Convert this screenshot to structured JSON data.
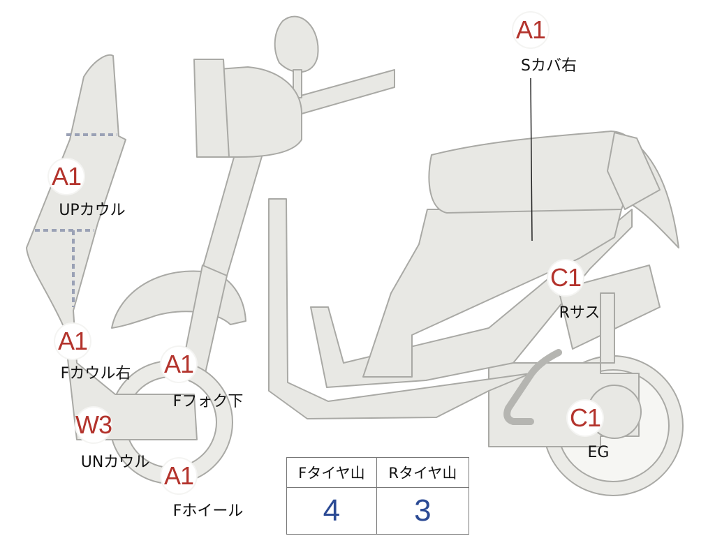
{
  "diagram": {
    "parts": [
      {
        "id": "s-cover-right",
        "grade": "A1",
        "label": "Sカバ右"
      },
      {
        "id": "up-cowl",
        "grade": "A1",
        "label": "UPカウル"
      },
      {
        "id": "r-suspension",
        "grade": "C1",
        "label": "Rサス"
      },
      {
        "id": "f-cowl-right",
        "grade": "A1",
        "label": "Fカウル右"
      },
      {
        "id": "f-fork-lower",
        "grade": "A1",
        "label": "Fフォク下"
      },
      {
        "id": "un-cowl",
        "grade": "W3",
        "label": "UNカウル"
      },
      {
        "id": "engine",
        "grade": "C1",
        "label": "EG"
      },
      {
        "id": "f-wheel",
        "grade": "A1",
        "label": "Fホイール"
      }
    ],
    "tire_table": {
      "front_header": "Fタイヤ山",
      "rear_header": "Rタイヤ山",
      "front_value": "4",
      "rear_value": "3"
    }
  },
  "colors": {
    "body_fill": "#e8e8e4",
    "body_stroke": "#a9a9a5",
    "grade_text": "#b3332c",
    "table_value": "#2b4a94"
  },
  "icons": [
    "scooter-side-view-illustration"
  ]
}
